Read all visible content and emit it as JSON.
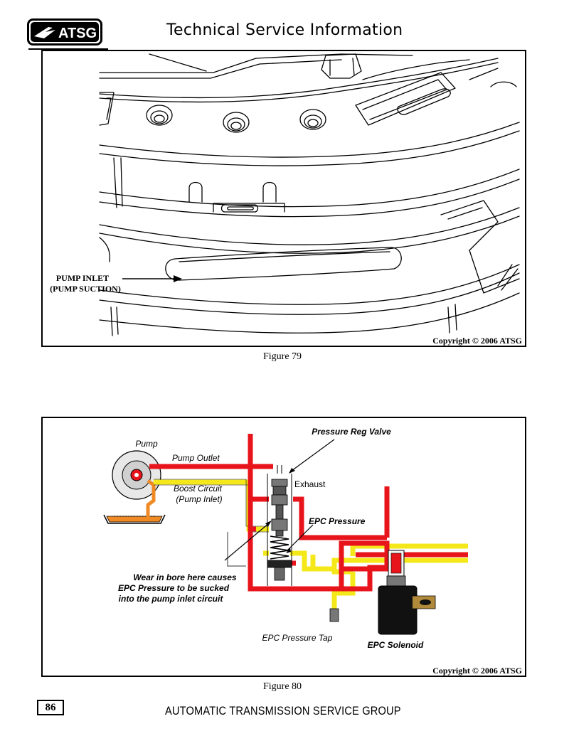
{
  "header": {
    "logo_text": "ATSG",
    "title": "Technical Service Information"
  },
  "figure79": {
    "callout": [
      "PUMP INLET",
      "(PUMP SUCTION)"
    ],
    "copyright": "Copyright © 2006 ATSG",
    "caption": "Figure 79"
  },
  "figure80": {
    "labels": {
      "pump": "Pump",
      "pump_outlet": "Pump Outlet",
      "boost_circuit": [
        "Boost Circuit",
        "(Pump Inlet)"
      ],
      "pressure_reg_valve": "Pressure Reg Valve",
      "exhaust": "Exhaust",
      "epc_pressure": "EPC Pressure",
      "wear_note": [
        "Wear in bore here causes",
        "EPC Pressure to be sucked",
        "into the pump inlet circuit"
      ],
      "epc_pressure_tap": "EPC Pressure Tap",
      "epc_solenoid": "EPC Solenoid"
    },
    "colors": {
      "pump_pressure": "#e8141c",
      "epc_pressure": "#f5e81a",
      "pan_oil": "#f08a24"
    },
    "copyright": "Copyright © 2006 ATSG",
    "caption": "Figure 80"
  },
  "footer": {
    "page_number": "86",
    "title": "AUTOMATIC TRANSMISSION SERVICE GROUP"
  }
}
